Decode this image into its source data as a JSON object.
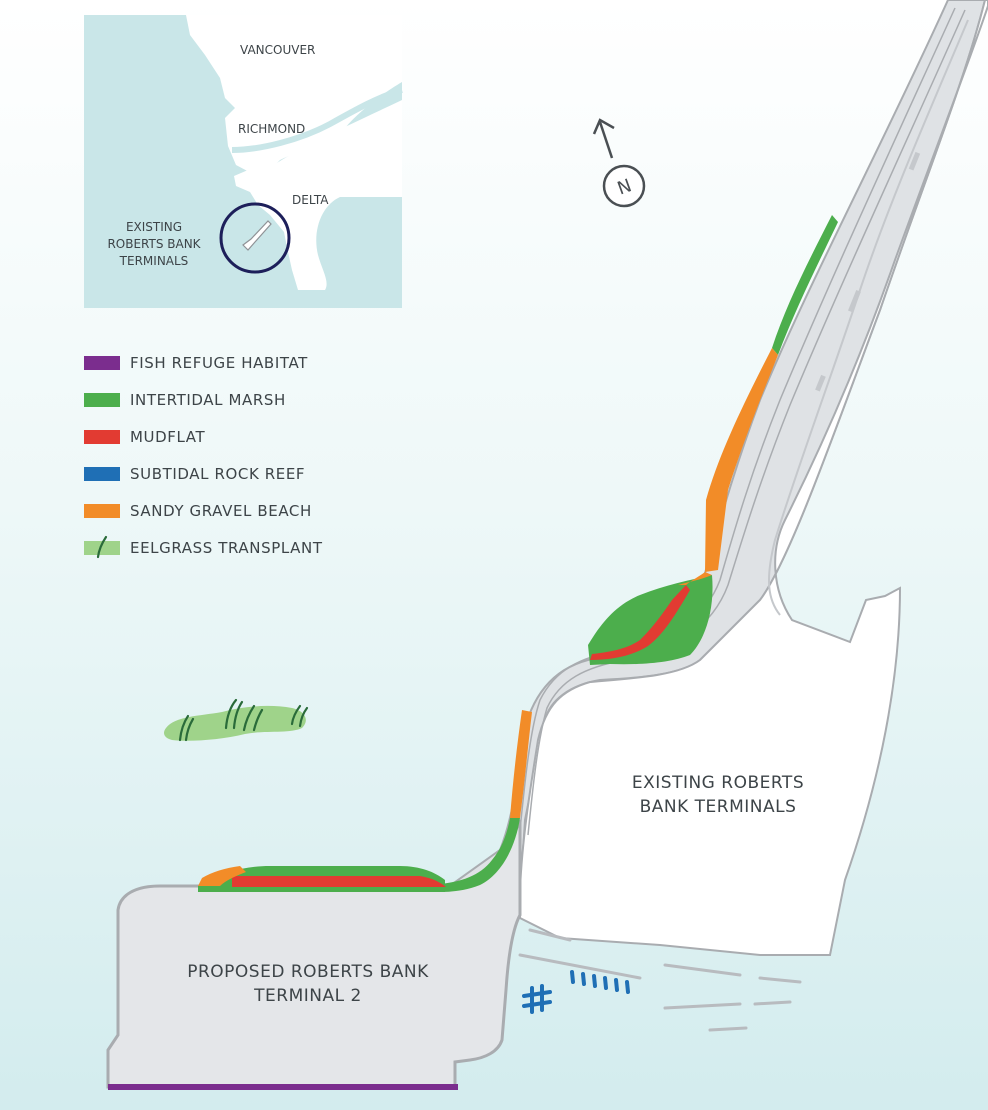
{
  "inset_map": {
    "labels": {
      "vancouver": "VANCOUVER",
      "richmond": "RICHMOND",
      "delta": "DELTA",
      "existing_line1": "EXISTING",
      "existing_line2": "ROBERTS BANK",
      "existing_line3": "TERMINALS"
    }
  },
  "main_map": {
    "existing_terminal_label": [
      "EXISTING ROBERTS",
      "BANK TERMINALS"
    ],
    "proposed_terminal_label": [
      "PROPOSED ROBERTS BANK",
      "TERMINAL 2"
    ],
    "north_arrow_letter": "N"
  },
  "legend": {
    "items": [
      {
        "label": "FISH REFUGE HABITAT",
        "color": "#7b2d8e"
      },
      {
        "label": "INTERTIDAL MARSH",
        "color": "#4cae4c"
      },
      {
        "label": "MUDFLAT",
        "color": "#e23b32"
      },
      {
        "label": "SUBTIDAL ROCK REEF",
        "color": "#1f6fb5"
      },
      {
        "label": "SANDY GRAVEL BEACH",
        "color": "#f28c28"
      },
      {
        "label": "EELGRASS TRANSPLANT",
        "color": "#9fd38a"
      }
    ]
  },
  "colors": {
    "water_top": "#ffffff",
    "water_bottom": "#d3ecee",
    "inset_water": "#c9e6e8",
    "land": "#ffffff",
    "proposed_terminal": "#e4e6e9",
    "outline": "#a9acb0",
    "inset_circle": "#1d1f5a",
    "eelgrass_blade": "#2a6b3a"
  }
}
